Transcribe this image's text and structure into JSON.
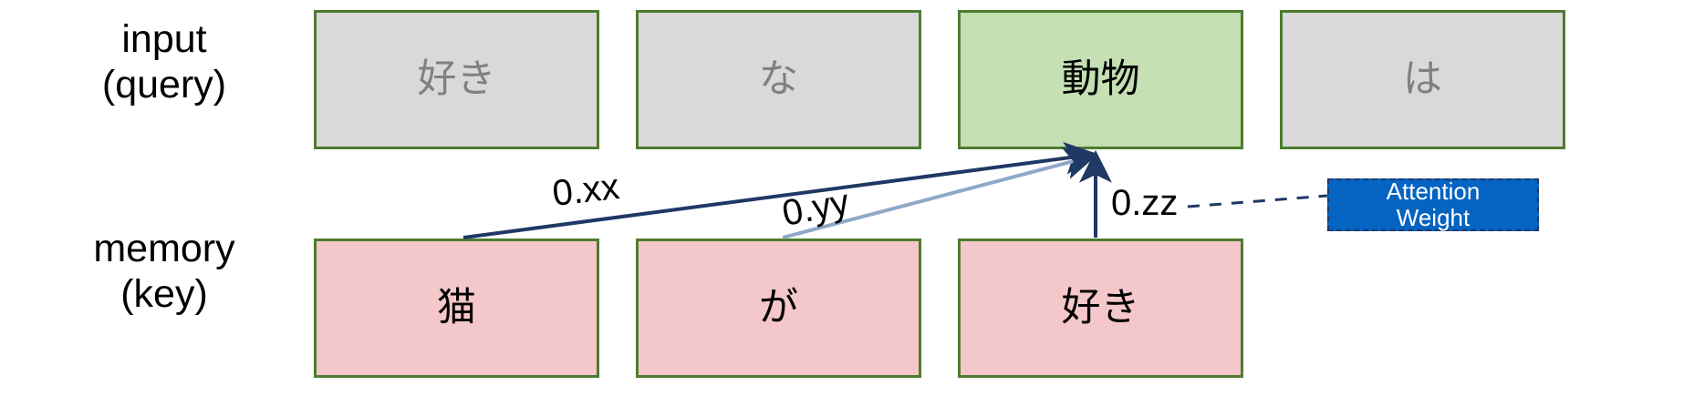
{
  "diagram": {
    "rows": {
      "input": {
        "line1": "input",
        "line2": "(query)"
      },
      "memory": {
        "line1": "memory",
        "line2": "(key)"
      }
    },
    "input_tokens": [
      {
        "text": "好き",
        "state": "inactive"
      },
      {
        "text": "な",
        "state": "inactive"
      },
      {
        "text": "動物",
        "state": "active"
      },
      {
        "text": "は",
        "state": "inactive"
      }
    ],
    "memory_tokens": [
      {
        "text": "猫",
        "state": "memory"
      },
      {
        "text": "が",
        "state": "memory"
      },
      {
        "text": "好き",
        "state": "memory"
      }
    ],
    "weights": [
      {
        "label": "0.xx",
        "from": "猫",
        "to": "動物"
      },
      {
        "label": "0.yy",
        "from": "が",
        "to": "動物"
      },
      {
        "label": "0.zz",
        "from": "好き",
        "to": "動物"
      }
    ],
    "callout": {
      "line1": "Attention",
      "line2": "Weight"
    },
    "colors": {
      "box_border": "#4E7B30",
      "inactive_fill": "#D9D9D9",
      "inactive_text": "#808080",
      "active_fill": "#C5E0B3",
      "memory_fill": "#F4C7CA",
      "arrow_strong": "#1F3864",
      "arrow_weak": "#8FA8C8",
      "callout_fill": "#0563C1",
      "callout_border": "#1F3864",
      "callout_text": "#FFFFFF"
    }
  }
}
